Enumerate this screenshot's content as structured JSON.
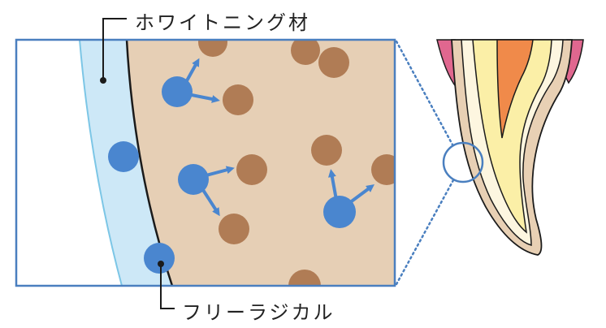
{
  "labels": {
    "whitening_material": "ホワイトニング材",
    "free_radical": "フリーラジカル"
  },
  "colors": {
    "frame": "#4a7fbf",
    "whitening_layer": "#cde8f7",
    "whitening_edge": "#7cc6e6",
    "enamel": "#e6cfb5",
    "stain_particle": "#b07c55",
    "radical": "#4a86cf",
    "gum": "#e0678f",
    "pulp": "#f08a4a",
    "dentin": "#fbefa7",
    "tooth_fill": "#fdf6e0",
    "tooth_shell": "#e8d0b4"
  },
  "icons": {
    "radical": "blue-circle",
    "stain": "brown-circle",
    "arrow": "blue-arrow",
    "magnifier": "zoom-circle"
  }
}
